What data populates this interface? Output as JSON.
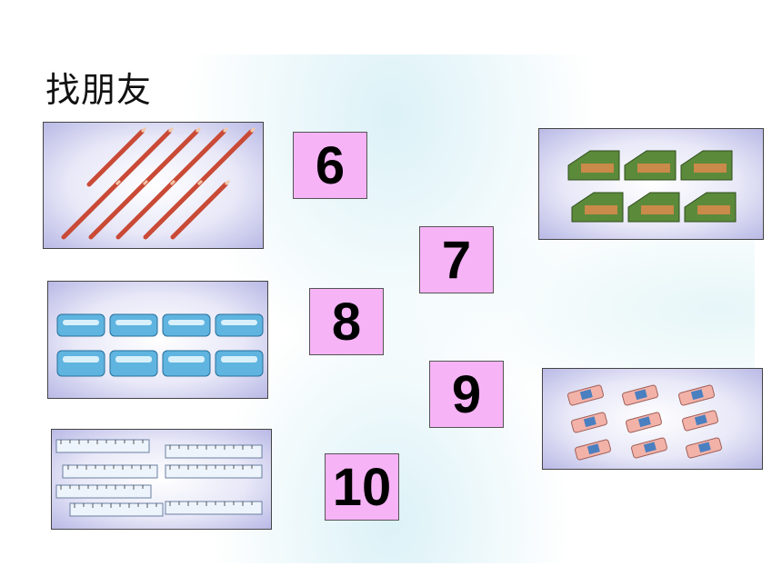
{
  "title": "找朋友",
  "numbers": [
    "6",
    "7",
    "8",
    "9",
    "10"
  ],
  "pictures": [
    "pencils",
    "pencil-cases",
    "rulers",
    "wallets",
    "erasers"
  ],
  "colors": {
    "number_card": "#f6b3f6",
    "panel_edge": "#b9b9e6",
    "pencil": "#d9614a",
    "wallet": "#5b8a3a",
    "pencil_case": "#4aa3d6",
    "eraser": "#f0b0a8"
  }
}
